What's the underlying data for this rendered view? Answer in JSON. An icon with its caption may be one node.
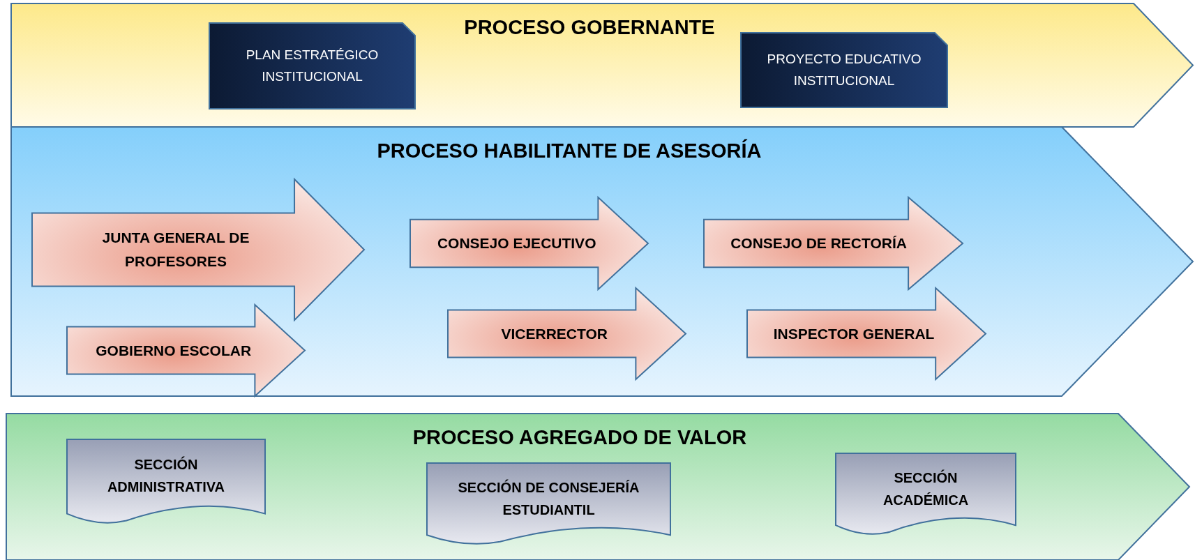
{
  "diagram": {
    "nodes": [
      {
        "text": [
          "PROCESO GOBERNANTE"
        ]
      },
      {
        "text": [
          "PLAN ESTRATÉGICO INSTITUCIONAL"
        ],
        "in": 0
      },
      {
        "text": [
          "PROYECTO EDUCATIVO INSTITUCIONAL"
        ],
        "in": 0
      },
      {
        "text": [
          "PROCESO HABILITANTE DE ASESORÍA"
        ]
      },
      {
        "text": [
          "JUNTA GENERAL DE PROFESORES"
        ],
        "in": 3
      },
      {
        "text": [
          "CONSEJO EJECUTIVO"
        ],
        "in": 3
      },
      {
        "text": [
          "CONSEJO DE RECTORÍA"
        ],
        "in": 3
      },
      {
        "text": [
          "GOBIERNO ESCOLAR"
        ],
        "in": 3
      },
      {
        "text": [
          "VICERRECTOR"
        ],
        "in": 3
      },
      {
        "text": [
          "INSPECTOR GENERAL"
        ],
        "in": 3
      },
      {
        "text": [
          "PROCESO AGREGADO DE VALOR"
        ]
      },
      {
        "text": [
          "SECCIÓN ADMINISTRATIVA"
        ],
        "in": 10
      },
      {
        "text": [
          "SECCIÓN DE CONSEJERÍA ESTUDIANTIL"
        ],
        "in": 10
      },
      {
        "text": [
          "SECCIÓN ACADÉMICA"
        ],
        "in": 10
      }
    ]
  }
}
